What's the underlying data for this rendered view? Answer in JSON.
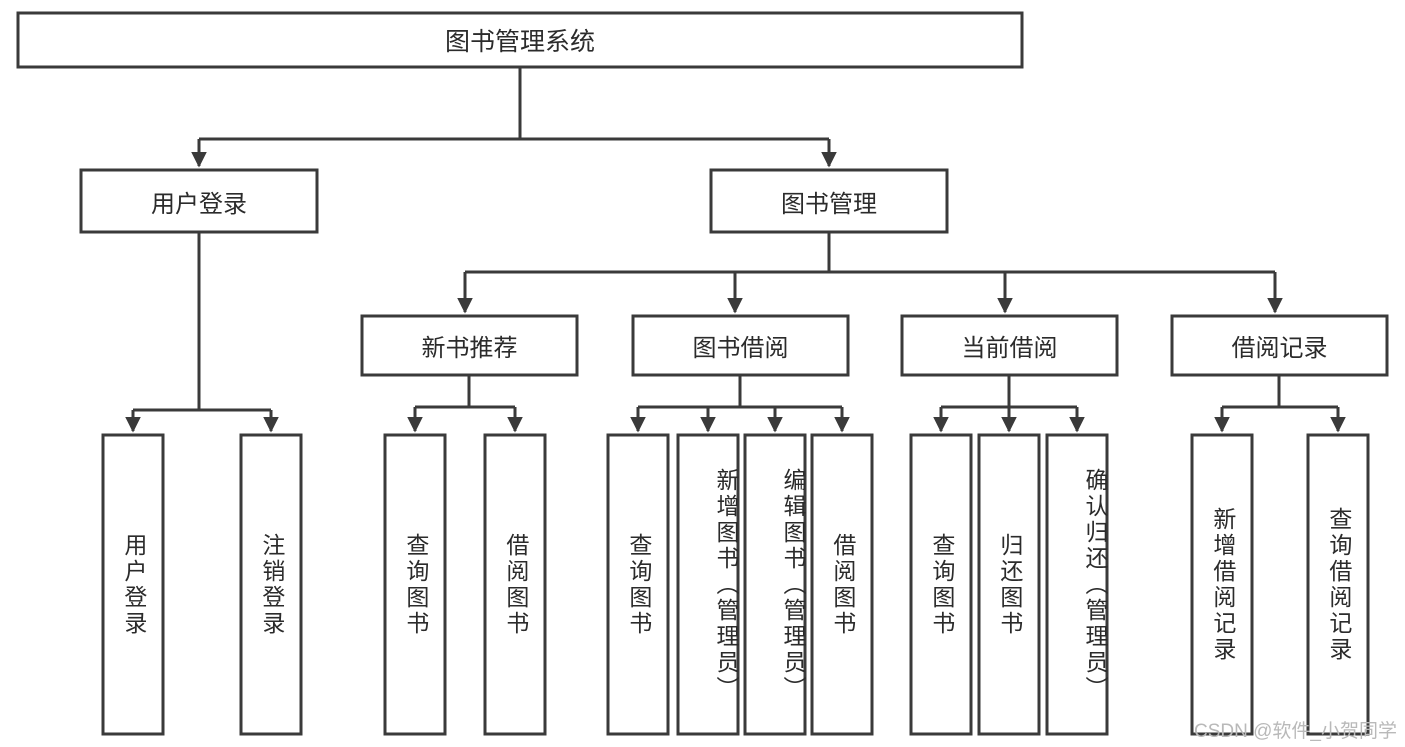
{
  "diagram": {
    "title": "图书管理系统",
    "type": "tree-hierarchy",
    "watermark": "CSDN @软件_小贺同学",
    "colors": {
      "box_stroke": "#3a3a3a",
      "box_fill": "#ffffff",
      "text": "#2b2b2b",
      "background": "#ffffff",
      "watermark": "#b9b9b9"
    },
    "root": {
      "label": "图书管理系统"
    },
    "level2": [
      {
        "label": "用户登录"
      },
      {
        "label": "图书管理"
      }
    ],
    "level3": [
      {
        "label": "新书推荐"
      },
      {
        "label": "图书借阅"
      },
      {
        "label": "当前借阅"
      },
      {
        "label": "借阅记录"
      }
    ],
    "leaves": {
      "user_login": [
        {
          "label": "用户登录"
        },
        {
          "label": "注销登录"
        }
      ],
      "new_book_recommend": [
        {
          "label": "查询图书"
        },
        {
          "label": "借阅图书"
        }
      ],
      "book_borrow": [
        {
          "label": "查询图书"
        },
        {
          "label": "新增图书（管理员）"
        },
        {
          "label": "编辑图书（管理员）"
        },
        {
          "label": "借阅图书"
        }
      ],
      "current_borrow": [
        {
          "label": "查询图书"
        },
        {
          "label": "归还图书"
        },
        {
          "label": "确认归还（管理员）"
        }
      ],
      "borrow_record": [
        {
          "label": "新增借阅记录"
        },
        {
          "label": "查询借阅记录"
        }
      ]
    }
  }
}
